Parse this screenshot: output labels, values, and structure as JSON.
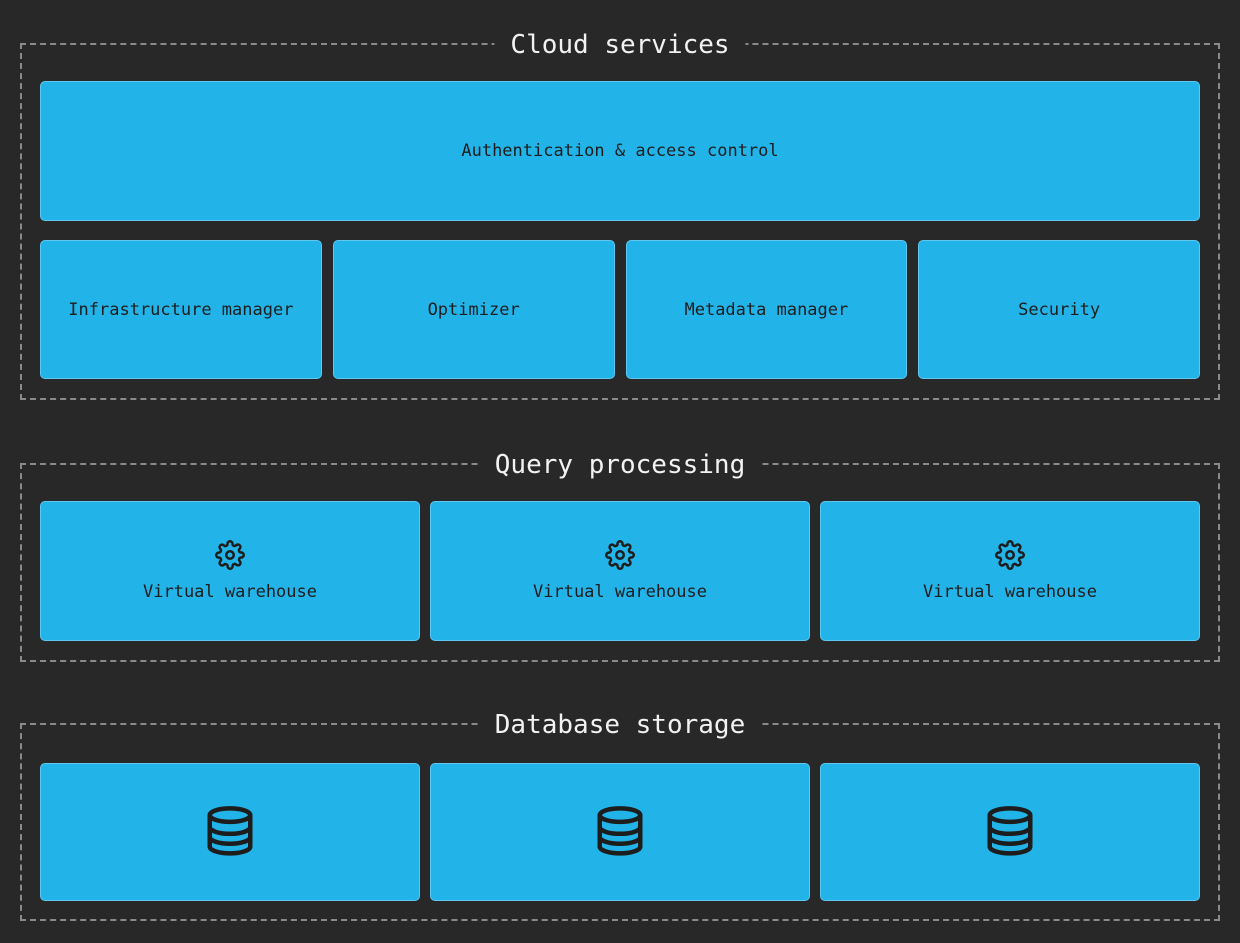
{
  "diagram": {
    "colors": {
      "background": "#282828",
      "box_fill": "#22b3e8",
      "box_edge": "#5ec8f0",
      "dashed_border": "#8a8a8a",
      "section_title_text": "#f2f2f2",
      "box_label_text": "#1d1d1d"
    },
    "sections": [
      {
        "title": "Cloud services",
        "top_box": {
          "label": "Authentication & access control"
        },
        "boxes": [
          {
            "label": "Infrastructure manager"
          },
          {
            "label": "Optimizer"
          },
          {
            "label": "Metadata manager"
          },
          {
            "label": "Security"
          }
        ]
      },
      {
        "title": "Query processing",
        "boxes": [
          {
            "label": "Virtual warehouse",
            "icon": "gear-icon"
          },
          {
            "label": "Virtual warehouse",
            "icon": "gear-icon"
          },
          {
            "label": "Virtual warehouse",
            "icon": "gear-icon"
          }
        ]
      },
      {
        "title": "Database storage",
        "boxes": [
          {
            "icon": "database-icon"
          },
          {
            "icon": "database-icon"
          },
          {
            "icon": "database-icon"
          }
        ]
      }
    ]
  }
}
